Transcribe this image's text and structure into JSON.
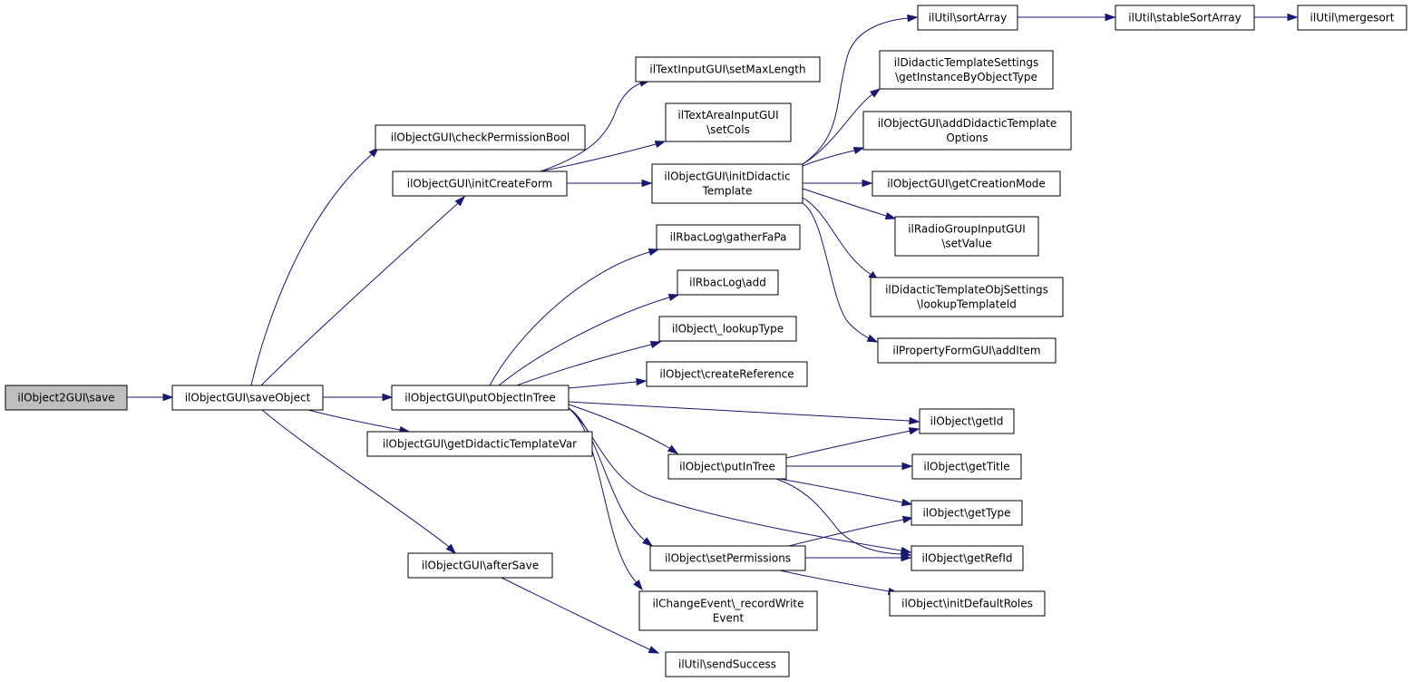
{
  "nodes": [
    {
      "id": "n0",
      "lines": [
        "ilObject2GUI\\save"
      ],
      "root": true
    },
    {
      "id": "n1",
      "lines": [
        "ilObjectGUI\\saveObject"
      ]
    },
    {
      "id": "n2",
      "lines": [
        "ilObjectGUI\\checkPermissionBool"
      ]
    },
    {
      "id": "n3",
      "lines": [
        "ilObjectGUI\\initCreateForm"
      ]
    },
    {
      "id": "n4",
      "lines": [
        "ilObjectGUI\\putObjectInTree"
      ]
    },
    {
      "id": "n5",
      "lines": [
        "ilObjectGUI\\getDidacticTemplateVar"
      ]
    },
    {
      "id": "n6",
      "lines": [
        "ilObjectGUI\\afterSave"
      ]
    },
    {
      "id": "n7",
      "lines": [
        "ilTextInputGUI\\setMaxLength"
      ]
    },
    {
      "id": "n8",
      "lines": [
        "ilTextAreaInputGUI",
        "\\setCols"
      ]
    },
    {
      "id": "n9",
      "lines": [
        "ilObjectGUI\\initDidactic",
        "Template"
      ]
    },
    {
      "id": "n10",
      "lines": [
        "ilRbacLog\\gatherFaPa"
      ]
    },
    {
      "id": "n11",
      "lines": [
        "ilRbacLog\\add"
      ]
    },
    {
      "id": "n12",
      "lines": [
        "ilObject\\_lookupType"
      ]
    },
    {
      "id": "n13",
      "lines": [
        "ilObject\\createReference"
      ]
    },
    {
      "id": "n14",
      "lines": [
        "ilObject\\putInTree"
      ]
    },
    {
      "id": "n15",
      "lines": [
        "ilObject\\setPermissions"
      ]
    },
    {
      "id": "n16",
      "lines": [
        "ilChangeEvent\\_recordWrite",
        "Event"
      ]
    },
    {
      "id": "n17",
      "lines": [
        "ilUtil\\sendSuccess"
      ]
    },
    {
      "id": "n18",
      "lines": [
        "ilUtil\\sortArray"
      ]
    },
    {
      "id": "n19",
      "lines": [
        "ilDidacticTemplateSettings",
        "\\getInstanceByObjectType"
      ]
    },
    {
      "id": "n20",
      "lines": [
        "ilObjectGUI\\addDidacticTemplate",
        "Options"
      ]
    },
    {
      "id": "n21",
      "lines": [
        "ilObjectGUI\\getCreationMode"
      ]
    },
    {
      "id": "n22",
      "lines": [
        "ilRadioGroupInputGUI",
        "\\setValue"
      ]
    },
    {
      "id": "n23",
      "lines": [
        "ilDidacticTemplateObjSettings",
        "\\lookupTemplateId"
      ]
    },
    {
      "id": "n24",
      "lines": [
        "ilPropertyFormGUI\\addItem"
      ]
    },
    {
      "id": "n25",
      "lines": [
        "ilObject\\getId"
      ]
    },
    {
      "id": "n26",
      "lines": [
        "ilObject\\getTitle"
      ]
    },
    {
      "id": "n27",
      "lines": [
        "ilObject\\getType"
      ]
    },
    {
      "id": "n28",
      "lines": [
        "ilObject\\getRefId"
      ]
    },
    {
      "id": "n29",
      "lines": [
        "ilObject\\initDefaultRoles"
      ]
    },
    {
      "id": "n30",
      "lines": [
        "ilUtil\\stableSortArray"
      ]
    },
    {
      "id": "n31",
      "lines": [
        "ilUtil\\mergesort"
      ]
    }
  ],
  "edges": [
    [
      "n0",
      "n1"
    ],
    [
      "n1",
      "n2"
    ],
    [
      "n1",
      "n3"
    ],
    [
      "n1",
      "n4"
    ],
    [
      "n1",
      "n5"
    ],
    [
      "n1",
      "n6"
    ],
    [
      "n3",
      "n7"
    ],
    [
      "n3",
      "n8"
    ],
    [
      "n3",
      "n9"
    ],
    [
      "n4",
      "n10"
    ],
    [
      "n4",
      "n11"
    ],
    [
      "n4",
      "n12"
    ],
    [
      "n4",
      "n13"
    ],
    [
      "n4",
      "n14"
    ],
    [
      "n4",
      "n15"
    ],
    [
      "n4",
      "n16"
    ],
    [
      "n4",
      "n25"
    ],
    [
      "n4",
      "n28"
    ],
    [
      "n6",
      "n17"
    ],
    [
      "n9",
      "n18"
    ],
    [
      "n9",
      "n19"
    ],
    [
      "n9",
      "n20"
    ],
    [
      "n9",
      "n21"
    ],
    [
      "n9",
      "n22"
    ],
    [
      "n9",
      "n23"
    ],
    [
      "n9",
      "n24"
    ],
    [
      "n14",
      "n25"
    ],
    [
      "n14",
      "n26"
    ],
    [
      "n14",
      "n27"
    ],
    [
      "n14",
      "n28"
    ],
    [
      "n15",
      "n27"
    ],
    [
      "n15",
      "n28"
    ],
    [
      "n15",
      "n29"
    ],
    [
      "n18",
      "n30"
    ],
    [
      "n30",
      "n31"
    ]
  ],
  "colors": {
    "edge": "#191970",
    "root_fill": "#bfbfbf",
    "node_fill": "#ffffff"
  }
}
